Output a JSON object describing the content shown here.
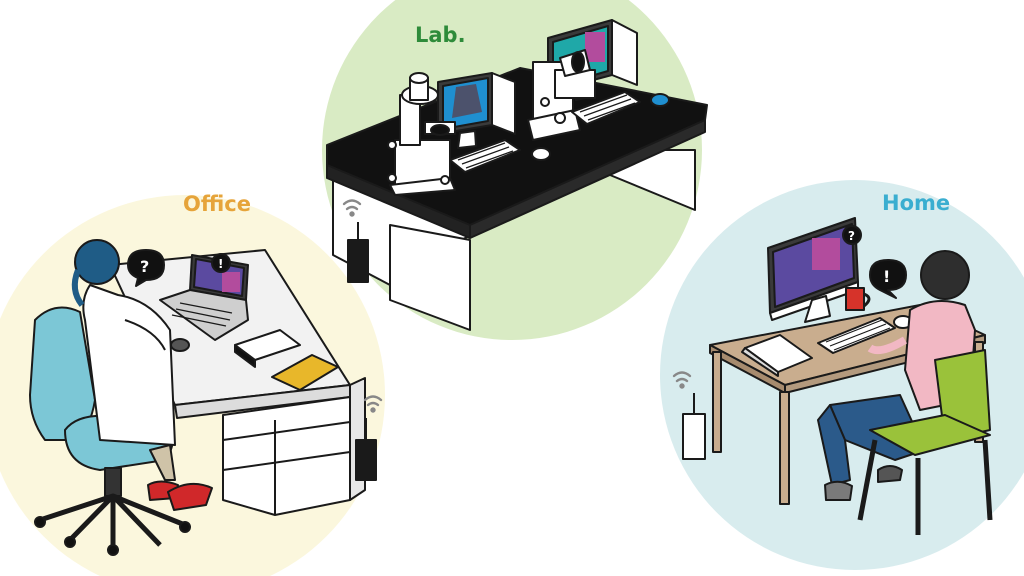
{
  "zones": {
    "lab": {
      "label": "Lab.",
      "label_color": "#2e8b3a",
      "circle_color": "#d9ebc4"
    },
    "office": {
      "label": "Office",
      "label_color": "#e6a43a",
      "circle_color": "#fbf7dd"
    },
    "home": {
      "label": "Home",
      "label_color": "#3aaed0",
      "circle_color": "#d8ecee"
    }
  },
  "bubbles": {
    "office_person": "?",
    "office_laptop": "!",
    "home_person": "!",
    "home_monitor": "?"
  },
  "colors": {
    "outline": "#1a1a1a",
    "screen_blue": "#1f8fd0",
    "screen_teal": "#1fa8a8",
    "chair_office": "#7cc7d6",
    "chair_home": "#9ac23a",
    "shirt_home": "#f2b8c4",
    "jeans": "#2b5a8a",
    "mug": "#d6332a",
    "folder_yellow": "#e8b72a",
    "desk_wood": "#c9ad8e",
    "hair_office": "#1f5c86"
  },
  "icons": [
    "wifi-icon",
    "router-icon",
    "question-icon",
    "exclamation-icon"
  ]
}
